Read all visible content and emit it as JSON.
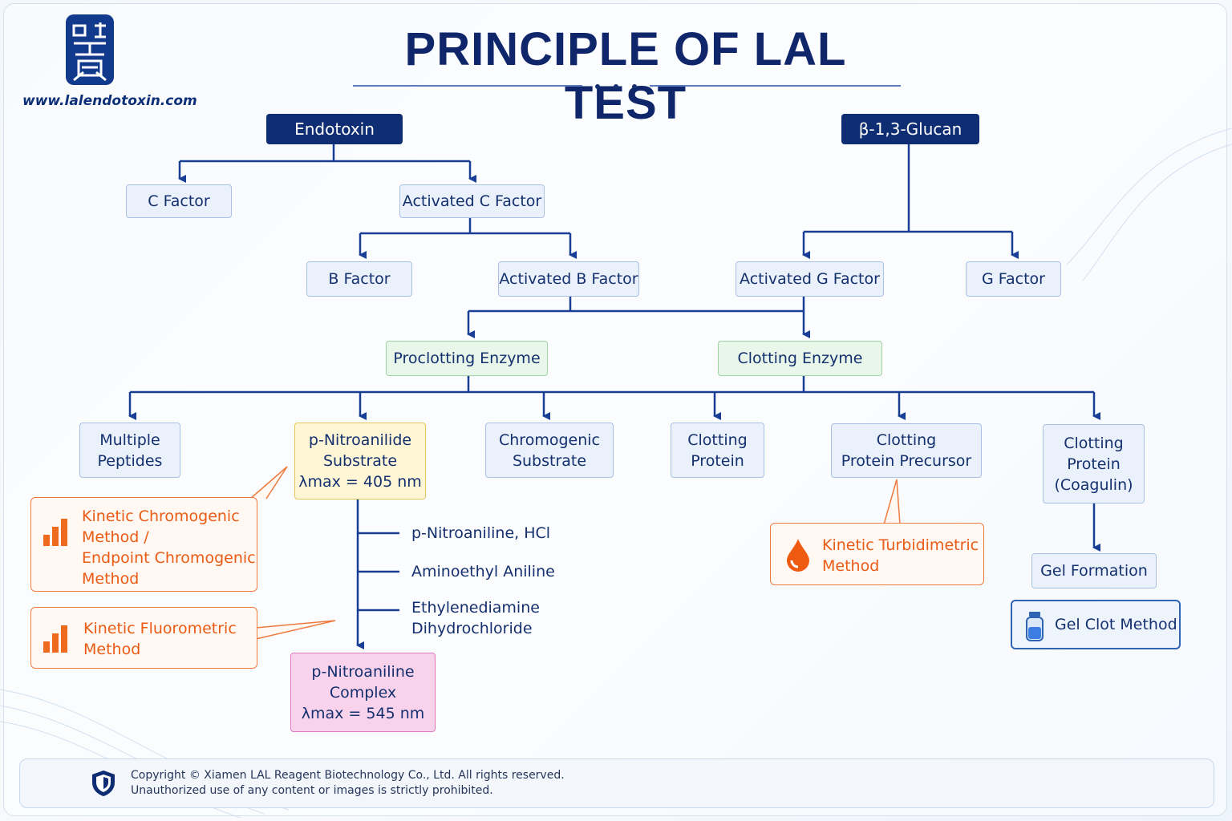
{
  "header": {
    "title": "PRINCIPLE OF LAL TEST",
    "website": "www.lalendotoxin.com",
    "logo_icon": "seal-logo-icon"
  },
  "sources": {
    "endotoxin": "Endotoxin",
    "glucan": "β-1,3-Glucan"
  },
  "factors": {
    "c_factor": "C Factor",
    "activated_c_factor": "Activated C Factor",
    "b_factor": "B Factor",
    "activated_b_factor": "Activated B Factor",
    "activated_g_factor": "Activated G Factor",
    "g_factor": "G Factor"
  },
  "enzymes": {
    "proclotting": "Proclotting Enzyme",
    "clotting": "Clotting Enzyme"
  },
  "products": {
    "multiple_peptides": [
      "Multiple",
      "Peptides"
    ],
    "pna_substrate": [
      "p-Nitroanilide",
      "Substrate",
      "λmax = 405 nm"
    ],
    "chromogenic_substrate": [
      "Chromogenic",
      "Substrate"
    ],
    "clotting_protein": [
      "Clotting",
      "Protein"
    ],
    "clotting_protein_precursor": [
      "Clotting",
      "Protein Precursor"
    ],
    "coagulin": [
      "Clotting",
      "Protein",
      "(Coagulin)"
    ],
    "gel_formation": "Gel Formation",
    "pna_complex": [
      "p-Nitroaniline",
      "Complex",
      "λmax = 545 nm"
    ]
  },
  "reagents": [
    "p-Nitroaniline,  HCl",
    "Aminoethyl Aniline",
    "Ethylenediamine",
    "Dihydrochloride"
  ],
  "methods": {
    "kinetic_chromogenic": [
      "Kinetic Chromogenic",
      "Method /",
      "Endpoint Chromogenic",
      "Method"
    ],
    "kinetic_fluorometric": [
      "Kinetic Fluorometric",
      "Method"
    ],
    "kinetic_turbidimetric": [
      "Kinetic Turbidimetric",
      "Method"
    ],
    "gel_clot": "Gel Clot Method",
    "icons": {
      "chromogenic": "bar-chart-icon",
      "fluorometric": "bar-chart-icon",
      "turbidimetric": "drop-icon",
      "gel_clot": "vial-icon"
    }
  },
  "footer": {
    "copyright": "Copyright © Xiamen LAL Reagent Biotechnology Co., Ltd. All rights reserved.",
    "notice": "Unauthorized use of any content or images is strictly prohibited.",
    "icon": "shield-icon"
  },
  "colors": {
    "navy": "#0e2d72",
    "accent_orange": "#ee7a3e",
    "connector": "#183f95"
  }
}
